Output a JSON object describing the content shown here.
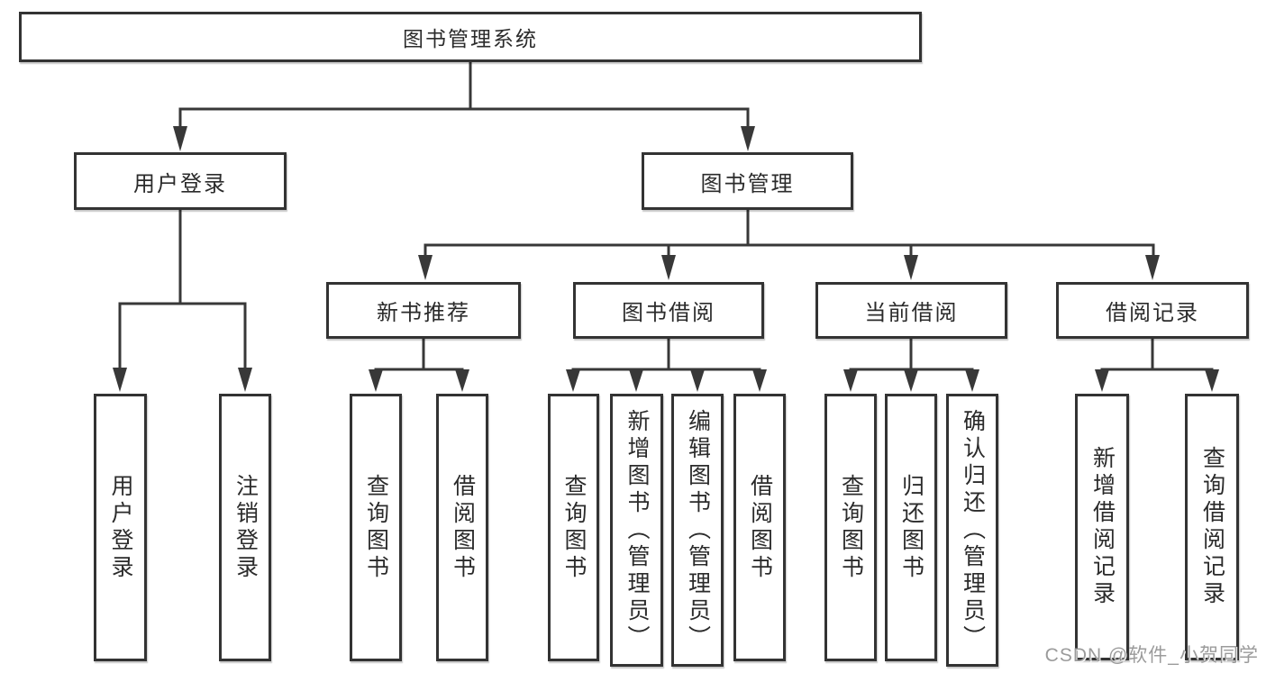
{
  "diagram": {
    "type": "hierarchy-tree",
    "title": "图书管理系统",
    "nodes": {
      "root": "图书管理系统",
      "user_login": "用户登录",
      "book_mgmt": "图书管理",
      "new_book_rec": "新书推荐",
      "book_borrow": "图书借阅",
      "current_borrow": "当前借阅",
      "borrow_record": "借阅记录",
      "ul_user_login": "用户登录",
      "ul_logout": "注销登录",
      "nb_query_book": "查询图书",
      "nb_borrow_book": "借阅图书",
      "bb_query_book": "查询图书",
      "bb_add_book": "新增图书（管理员）",
      "bb_edit_book": "编辑图书（管理员）",
      "bb_borrow_book": "借阅图书",
      "cb_query_book": "查询图书",
      "cb_return_book": "归还图书",
      "cb_confirm_return": "确认归还（管理员）",
      "br_add_record": "新增借阅记录",
      "br_query_record": "查询借阅记录"
    },
    "structure": {
      "图书管理系统": [
        "用户登录",
        "图书管理"
      ],
      "用户登录": [
        "用户登录",
        "注销登录"
      ],
      "图书管理": [
        "新书推荐",
        "图书借阅",
        "当前借阅",
        "借阅记录"
      ],
      "新书推荐": [
        "查询图书",
        "借阅图书"
      ],
      "图书借阅": [
        "查询图书",
        "新增图书（管理员）",
        "编辑图书（管理员）",
        "借阅图书"
      ],
      "当前借阅": [
        "查询图书",
        "归还图书",
        "确认归还（管理员）"
      ],
      "借阅记录": [
        "新增借阅记录",
        "查询借阅记录"
      ]
    },
    "colors": {
      "line": "#383838",
      "box_border": "#333333",
      "box_fill": "#ffffff",
      "text": "#2b2b2b",
      "watermark": "#9b9b9b"
    }
  },
  "watermark": {
    "text": "CSDN @软件_小贺同学"
  }
}
